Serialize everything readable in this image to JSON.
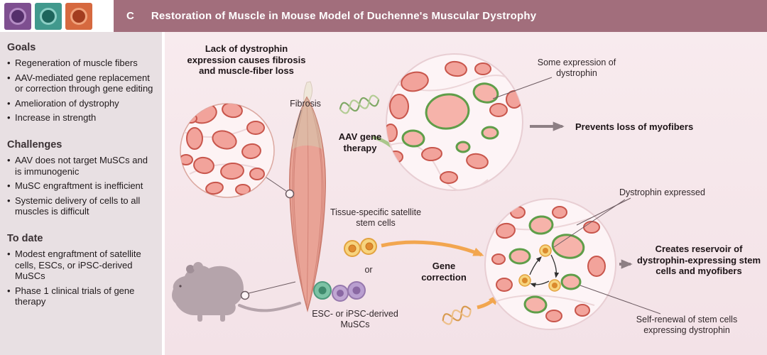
{
  "header": {
    "panel_letter": "C",
    "title": "Restoration of Muscle in Mouse Model of Duchenne's Muscular Dystrophy",
    "tile_colors": [
      "#7e4f90",
      "#41998d",
      "#d6693f"
    ],
    "bar_color": "#a26e7c"
  },
  "sidebar": {
    "sections": [
      {
        "heading": "Goals",
        "items": [
          "Regeneration of muscle fibers",
          "AAV-mediated gene replacement or correction through gene editing",
          "Amelioration of dystrophy",
          "Increase in strength"
        ]
      },
      {
        "heading": "Challenges",
        "items": [
          "AAV does not target MuSCs and is immunogenic",
          "MuSC engraftment is inefficient",
          "Systemic delivery of cells to all muscles is difficult"
        ]
      },
      {
        "heading": "To date",
        "items": [
          "Modest engraftment of satellite cells, ESCs, or iPSC-derived MuSCs",
          "Phase 1 clinical trials of gene therapy"
        ]
      }
    ]
  },
  "diagram": {
    "caption": "Lack of dystrophin expression causes fibrosis and muscle-fiber loss",
    "labels": {
      "fibrosis": "Fibrosis",
      "aav_gene_therapy": "AAV gene therapy",
      "some_expression": "Some expression of dystrophin",
      "prevents_loss": "Prevents loss of myofibers",
      "satellite_cells": "Tissue-specific satellite stem cells",
      "or": "or",
      "gene_correction": "Gene correction",
      "esc_ipsc": "ESC- or iPSC-derived MuSCs",
      "dystrophin_expressed": "Dystrophin expressed",
      "creates_reservoir": "Creates reservoir of dystrophin-expressing stem cells and myofibers",
      "self_renewal": "Self-renewal of stem cells expressing dystrophin"
    },
    "colors": {
      "fiber_fill": "#f2a39b",
      "fiber_outline": "#c8564c",
      "dystrophin_green": "#5f9e49",
      "stem_cell_yellow": "#f7d47e",
      "arrow_orange": "#f2a64f",
      "arrow_gray": "#8d7f84",
      "mouse_gray": "#b5a4ab"
    }
  }
}
